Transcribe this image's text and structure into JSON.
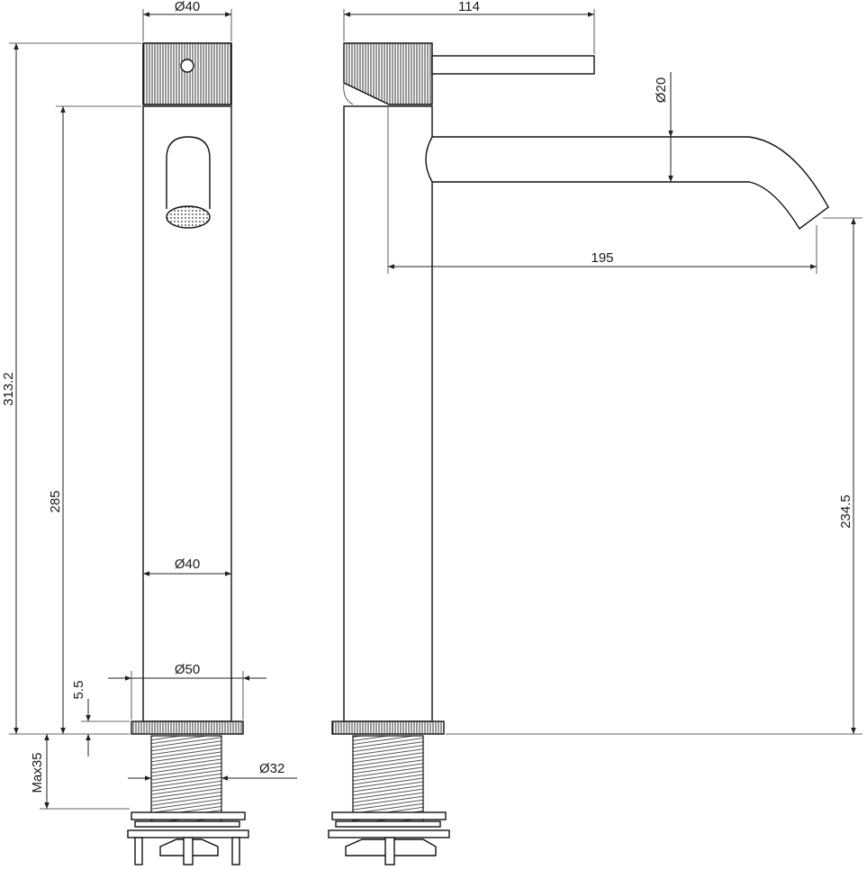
{
  "diagram": {
    "front_view": {
      "dims": {
        "top_diameter": "Ø40",
        "body_diameter": "Ø40",
        "base_diameter": "Ø50",
        "thread_diameter": "Ø32",
        "total_height": "313.2",
        "body_height": "285",
        "base_height": "5.5",
        "thread_max": "Max35"
      }
    },
    "side_view": {
      "dims": {
        "lever_reach": "114",
        "spout_diameter": "Ø20",
        "spout_reach": "195",
        "outlet_height": "234.5"
      }
    }
  }
}
